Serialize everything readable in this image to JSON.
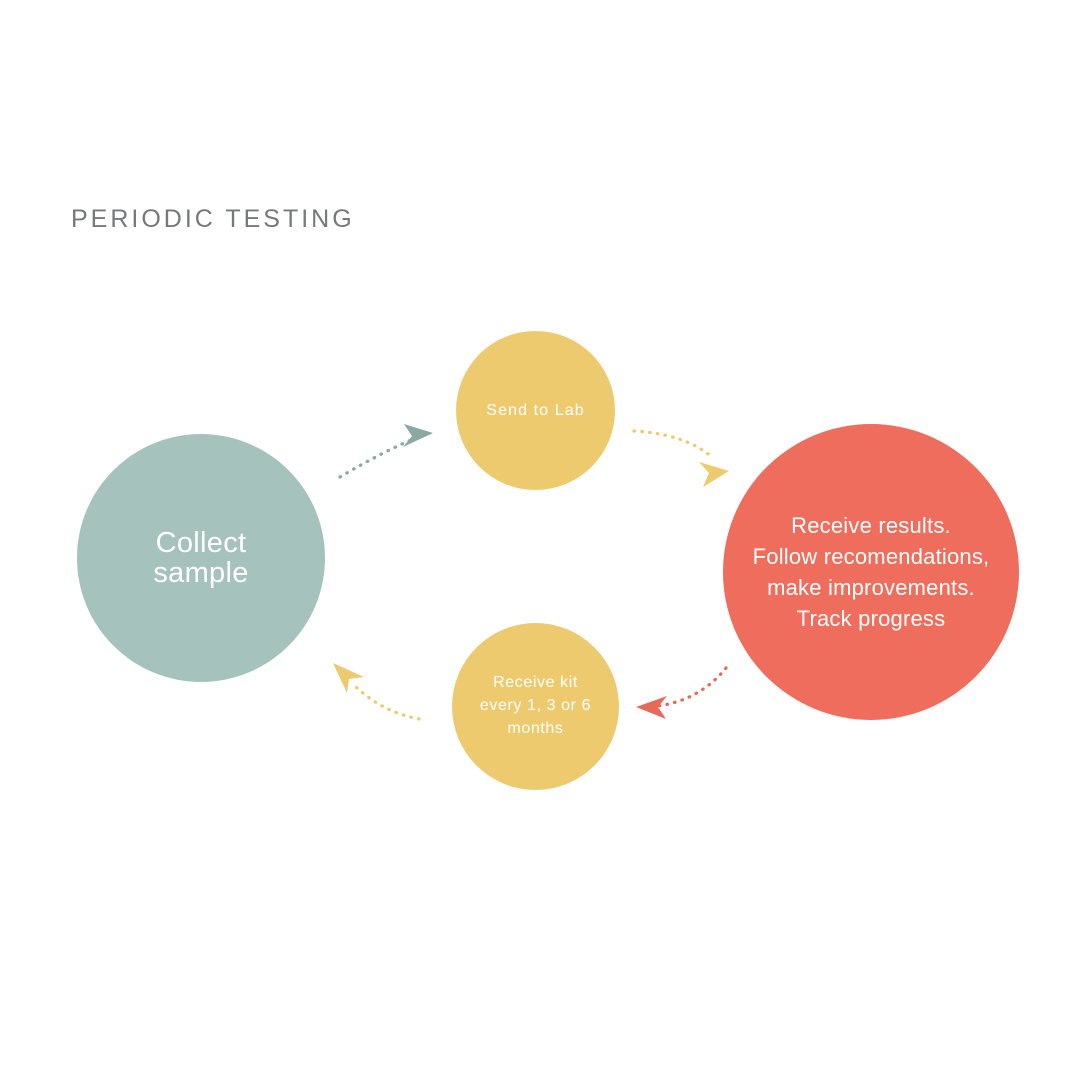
{
  "title": "PERIODIC TESTING",
  "colors": {
    "background": "#ffffff",
    "title_text": "#77787a",
    "sage": "#a6c2bc",
    "gold": "#eeca6f",
    "coral": "#ef6d5c",
    "node_text": "#ffffff"
  },
  "nodes": {
    "collect_sample": {
      "label": "Collect\nsample",
      "color": "#a6c2bc"
    },
    "send_to_lab": {
      "label": "Send to Lab",
      "color": "#eeca6f"
    },
    "receive_results": {
      "label": "Receive results.\nFollow recomendations,\nmake improvements.\nTrack progress",
      "color": "#ef6d5c"
    },
    "receive_kit": {
      "label": "Receive kit\nevery 1, 3 or 6\nmonths",
      "color": "#eeca6f"
    }
  },
  "arrows": [
    {
      "name": "collect-to-lab",
      "from": "collect_sample",
      "to": "send_to_lab",
      "color": "#8aa9a2",
      "style": "dotted-curved"
    },
    {
      "name": "lab-to-results",
      "from": "send_to_lab",
      "to": "receive_results",
      "color": "#eeca6f",
      "style": "dotted-curved"
    },
    {
      "name": "results-to-kit",
      "from": "receive_results",
      "to": "receive_kit",
      "color": "#e8685a",
      "style": "dotted-curved"
    },
    {
      "name": "kit-to-collect",
      "from": "receive_kit",
      "to": "collect_sample",
      "color": "#eeca6f",
      "style": "dotted-curved"
    }
  ],
  "chart_data": {
    "type": "diagram",
    "title": "PERIODIC TESTING",
    "layout": "cycle",
    "steps": [
      {
        "order": 1,
        "label": "Collect sample",
        "color": "#a6c2bc",
        "size": "large"
      },
      {
        "order": 2,
        "label": "Send to Lab",
        "color": "#eeca6f",
        "size": "small"
      },
      {
        "order": 3,
        "label": "Receive results. Follow recomendations, make improvements. Track progress",
        "color": "#ef6d5c",
        "size": "large"
      },
      {
        "order": 4,
        "label": "Receive kit every 1, 3 or 6 months",
        "color": "#eeca6f",
        "size": "small"
      }
    ],
    "connections": [
      {
        "from": "Collect sample",
        "to": "Send to Lab"
      },
      {
        "from": "Send to Lab",
        "to": "Receive results"
      },
      {
        "from": "Receive results",
        "to": "Receive kit"
      },
      {
        "from": "Receive kit",
        "to": "Collect sample"
      }
    ]
  }
}
